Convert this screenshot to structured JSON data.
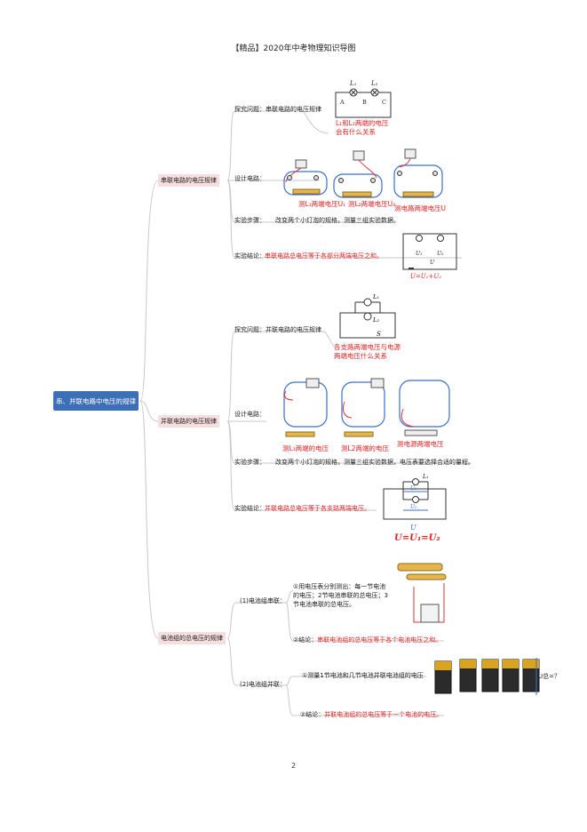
{
  "header": "【精品】2020年中考物理知识导图",
  "page_number": "2",
  "root": "串、并联电路中电压的规律",
  "series": {
    "title": "串联电路的电压规律",
    "problem_label": "探究问题：",
    "problem": "串联电路的电压规律",
    "problem_caption": "L₁和L₂两端的电压会有什么关系",
    "circuit_labels": [
      "L",
      "L",
      "A",
      "B",
      "C"
    ],
    "design_label": "设计电路：",
    "design_captions": [
      "测L₁两端电压U₁",
      "测L₂两端电压U₂",
      "测电路两端电压U"
    ],
    "steps_label": "实验步骤：",
    "steps": "改变两个小灯泡的规格，测量三组实验数据。",
    "conclusion_label": "实验结论：",
    "conclusion": "串联电路总电压等于各部分两端电压之和。",
    "formula": "U=U₁+U₂"
  },
  "parallel": {
    "title": "并联电路的电压规律",
    "problem_label": "探究问题：",
    "problem": "并联电路的电压规律",
    "problem_caption": "各支路两端电压与电源两端电压什么关系",
    "design_label": "设计电路：",
    "design_captions": [
      "测L₁两端的电压",
      "测L2两端的电压",
      "测电源两端电压"
    ],
    "steps_label": "实验步骤：",
    "steps": "改变两个小灯泡的规格，测量三组实验数据，电压表要选择合适的量程。",
    "conclusion_label": "实验结论：",
    "conclusion": "并联电路总电压等于各支路两端电压。",
    "formula": "U=U₁=U₂"
  },
  "battery": {
    "title": "电池组的总电压的规律",
    "series_label": "(1)电池组串联：",
    "series_text": "①用电压表分别测出：每一节电池的电压；2节电池串联的总电压；3节电池串联的总电压。",
    "series_conclusion_prefix": "②结论：",
    "series_conclusion": "串联电池组的总电压等于各个电池电压之和。",
    "parallel_label": "(2)电池组并联：",
    "parallel_text": "①测量1节电池和几节电池并联电池组的电压",
    "parallel_conclusion_prefix": "②结论：",
    "parallel_conclusion": "并联电池组的总电压等于一个电池的电压。",
    "voltage_label": "U总=？"
  }
}
